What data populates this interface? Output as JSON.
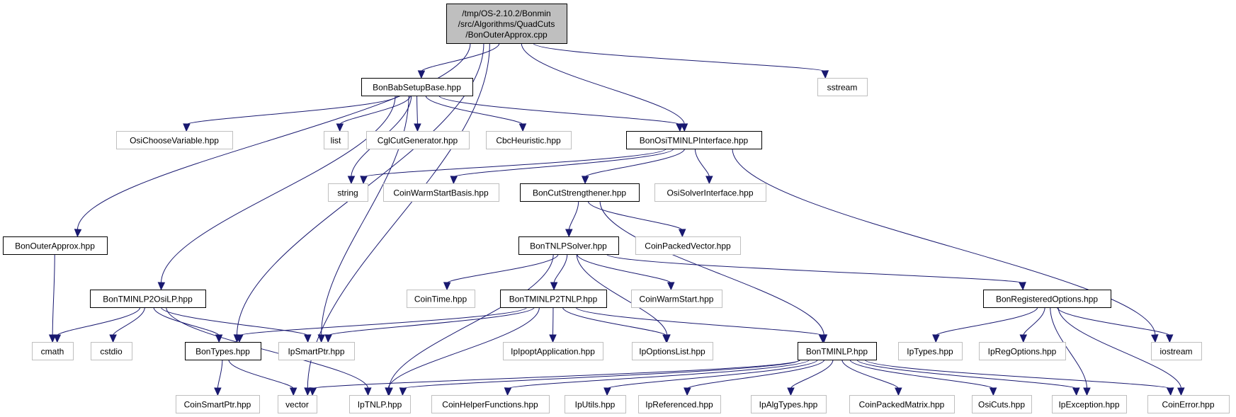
{
  "title": "Include dependency graph for BonOuterApprox.cpp",
  "colors": {
    "edge": "#191970",
    "root_fill": "#bfbfbf",
    "documented_border": "#000000",
    "external_border": "#bfbfbf"
  },
  "nodes": [
    {
      "id": "root",
      "kind": "root",
      "lines": [
        "/tmp/OS-2.10.2/Bonmin",
        "/src/Algorithms/QuadCuts",
        "/BonOuterApprox.cpp"
      ]
    },
    {
      "id": "BonBabSetupBase",
      "kind": "doc",
      "lines": [
        "BonBabSetupBase.hpp"
      ]
    },
    {
      "id": "sstream",
      "kind": "ext",
      "lines": [
        "sstream"
      ]
    },
    {
      "id": "OsiChooseVariable",
      "kind": "ext",
      "lines": [
        "OsiChooseVariable.hpp"
      ]
    },
    {
      "id": "list",
      "kind": "ext",
      "lines": [
        "list"
      ]
    },
    {
      "id": "CglCutGenerator",
      "kind": "ext",
      "lines": [
        "CglCutGenerator.hpp"
      ]
    },
    {
      "id": "CbcHeuristic",
      "kind": "ext",
      "lines": [
        "CbcHeuristic.hpp"
      ]
    },
    {
      "id": "BonOsiTMINLPInterface",
      "kind": "doc",
      "lines": [
        "BonOsiTMINLPInterface.hpp"
      ]
    },
    {
      "id": "string",
      "kind": "ext",
      "lines": [
        "string"
      ]
    },
    {
      "id": "CoinWarmStartBasis",
      "kind": "ext",
      "lines": [
        "CoinWarmStartBasis.hpp"
      ]
    },
    {
      "id": "BonCutStrengthener",
      "kind": "doc",
      "lines": [
        "BonCutStrengthener.hpp"
      ]
    },
    {
      "id": "OsiSolverInterface",
      "kind": "ext",
      "lines": [
        "OsiSolverInterface.hpp"
      ]
    },
    {
      "id": "BonOuterApproxH",
      "kind": "doc",
      "lines": [
        "BonOuterApprox.hpp"
      ]
    },
    {
      "id": "BonTNLPSolver",
      "kind": "doc",
      "lines": [
        "BonTNLPSolver.hpp"
      ]
    },
    {
      "id": "CoinPackedVector",
      "kind": "ext",
      "lines": [
        "CoinPackedVector.hpp"
      ]
    },
    {
      "id": "BonTMINLP2OsiLP",
      "kind": "doc",
      "lines": [
        "BonTMINLP2OsiLP.hpp"
      ]
    },
    {
      "id": "CoinTime",
      "kind": "ext",
      "lines": [
        "CoinTime.hpp"
      ]
    },
    {
      "id": "BonTMINLP2TNLP",
      "kind": "doc",
      "lines": [
        "BonTMINLP2TNLP.hpp"
      ]
    },
    {
      "id": "CoinWarmStart",
      "kind": "ext",
      "lines": [
        "CoinWarmStart.hpp"
      ]
    },
    {
      "id": "BonRegisteredOptions",
      "kind": "doc",
      "lines": [
        "BonRegisteredOptions.hpp"
      ]
    },
    {
      "id": "cmath",
      "kind": "ext",
      "lines": [
        "cmath"
      ]
    },
    {
      "id": "cstdio",
      "kind": "ext",
      "lines": [
        "cstdio"
      ]
    },
    {
      "id": "BonTypes",
      "kind": "doc",
      "lines": [
        "BonTypes.hpp"
      ]
    },
    {
      "id": "IpSmartPtr",
      "kind": "ext",
      "lines": [
        "IpSmartPtr.hpp"
      ]
    },
    {
      "id": "IpIpoptApplication",
      "kind": "ext",
      "lines": [
        "IpIpoptApplication.hpp"
      ]
    },
    {
      "id": "IpOptionsList",
      "kind": "ext",
      "lines": [
        "IpOptionsList.hpp"
      ]
    },
    {
      "id": "BonTMINLP",
      "kind": "doc",
      "lines": [
        "BonTMINLP.hpp"
      ]
    },
    {
      "id": "IpTypes",
      "kind": "ext",
      "lines": [
        "IpTypes.hpp"
      ]
    },
    {
      "id": "IpRegOptions",
      "kind": "ext",
      "lines": [
        "IpRegOptions.hpp"
      ]
    },
    {
      "id": "iostream",
      "kind": "ext",
      "lines": [
        "iostream"
      ]
    },
    {
      "id": "CoinSmartPtr",
      "kind": "ext",
      "lines": [
        "CoinSmartPtr.hpp"
      ]
    },
    {
      "id": "vector",
      "kind": "ext",
      "lines": [
        "vector"
      ]
    },
    {
      "id": "IpTNLP",
      "kind": "ext",
      "lines": [
        "IpTNLP.hpp"
      ]
    },
    {
      "id": "CoinHelperFunctions",
      "kind": "ext",
      "lines": [
        "CoinHelperFunctions.hpp"
      ]
    },
    {
      "id": "IpUtils",
      "kind": "ext",
      "lines": [
        "IpUtils.hpp"
      ]
    },
    {
      "id": "IpReferenced",
      "kind": "ext",
      "lines": [
        "IpReferenced.hpp"
      ]
    },
    {
      "id": "IpAlgTypes",
      "kind": "ext",
      "lines": [
        "IpAlgTypes.hpp"
      ]
    },
    {
      "id": "CoinPackedMatrix",
      "kind": "ext",
      "lines": [
        "CoinPackedMatrix.hpp"
      ]
    },
    {
      "id": "OsiCuts",
      "kind": "ext",
      "lines": [
        "OsiCuts.hpp"
      ]
    },
    {
      "id": "IpException",
      "kind": "ext",
      "lines": [
        "IpException.hpp"
      ]
    },
    {
      "id": "CoinError",
      "kind": "ext",
      "lines": [
        "CoinError.hpp"
      ]
    }
  ],
  "edges": [
    [
      "root",
      "BonBabSetupBase"
    ],
    [
      "root",
      "sstream"
    ],
    [
      "root",
      "BonOsiTMINLPInterface"
    ],
    [
      "root",
      "BonOuterApproxH"
    ],
    [
      "root",
      "BonTypes"
    ],
    [
      "root",
      "vector"
    ],
    [
      "BonBabSetupBase",
      "OsiChooseVariable"
    ],
    [
      "BonBabSetupBase",
      "list"
    ],
    [
      "BonBabSetupBase",
      "CglCutGenerator"
    ],
    [
      "BonBabSetupBase",
      "CbcHeuristic"
    ],
    [
      "BonBabSetupBase",
      "BonOsiTMINLPInterface"
    ],
    [
      "BonBabSetupBase",
      "string"
    ],
    [
      "BonBabSetupBase",
      "BonTMINLP2OsiLP"
    ],
    [
      "BonBabSetupBase",
      "IpSmartPtr"
    ],
    [
      "BonOsiTMINLPInterface",
      "string"
    ],
    [
      "BonOsiTMINLPInterface",
      "CoinWarmStartBasis"
    ],
    [
      "BonOsiTMINLPInterface",
      "BonCutStrengthener"
    ],
    [
      "BonOsiTMINLPInterface",
      "OsiSolverInterface"
    ],
    [
      "BonOsiTMINLPInterface",
      "iostream"
    ],
    [
      "BonCutStrengthener",
      "BonTNLPSolver"
    ],
    [
      "BonCutStrengthener",
      "CoinPackedVector"
    ],
    [
      "BonCutStrengthener",
      "BonTMINLP"
    ],
    [
      "BonOuterApproxH",
      "cmath"
    ],
    [
      "BonTNLPSolver",
      "IpTNLP"
    ],
    [
      "BonTNLPSolver",
      "CoinTime"
    ],
    [
      "BonTNLPSolver",
      "BonTMINLP2TNLP"
    ],
    [
      "BonTNLPSolver",
      "CoinWarmStart"
    ],
    [
      "BonTNLPSolver",
      "IpOptionsList"
    ],
    [
      "BonTNLPSolver",
      "BonRegisteredOptions"
    ],
    [
      "BonTMINLP2OsiLP",
      "cmath"
    ],
    [
      "BonTMINLP2OsiLP",
      "cstdio"
    ],
    [
      "BonTMINLP2OsiLP",
      "BonTypes"
    ],
    [
      "BonTMINLP2OsiLP",
      "IpSmartPtr"
    ],
    [
      "BonTMINLP2OsiLP",
      "IpTNLP"
    ],
    [
      "BonTMINLP2TNLP",
      "BonTypes"
    ],
    [
      "BonTMINLP2TNLP",
      "IpSmartPtr"
    ],
    [
      "BonTMINLP2TNLP",
      "IpIpoptApplication"
    ],
    [
      "BonTMINLP2TNLP",
      "IpOptionsList"
    ],
    [
      "BonTMINLP2TNLP",
      "BonTMINLP"
    ],
    [
      "BonTMINLP2TNLP",
      "IpTNLP"
    ],
    [
      "BonRegisteredOptions",
      "IpTypes"
    ],
    [
      "BonRegisteredOptions",
      "IpRegOptions"
    ],
    [
      "BonRegisteredOptions",
      "iostream"
    ],
    [
      "BonRegisteredOptions",
      "IpException"
    ],
    [
      "BonRegisteredOptions",
      "CoinError"
    ],
    [
      "BonTypes",
      "CoinSmartPtr"
    ],
    [
      "BonTypes",
      "vector"
    ],
    [
      "BonTMINLP",
      "vector"
    ],
    [
      "BonTMINLP",
      "IpTNLP"
    ],
    [
      "BonTMINLP",
      "CoinHelperFunctions"
    ],
    [
      "BonTMINLP",
      "IpUtils"
    ],
    [
      "BonTMINLP",
      "IpReferenced"
    ],
    [
      "BonTMINLP",
      "IpAlgTypes"
    ],
    [
      "BonTMINLP",
      "CoinPackedMatrix"
    ],
    [
      "BonTMINLP",
      "OsiCuts"
    ],
    [
      "BonTMINLP",
      "IpException"
    ],
    [
      "BonTMINLP",
      "CoinError"
    ]
  ]
}
